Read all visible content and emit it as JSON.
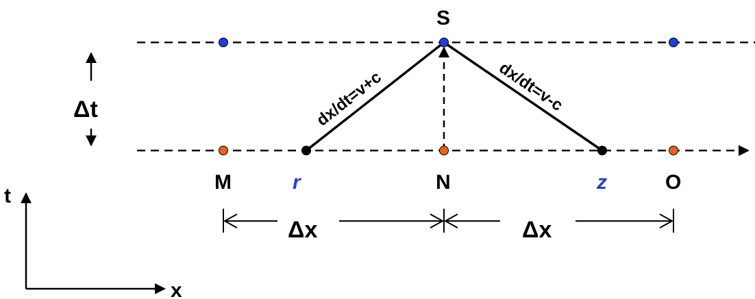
{
  "labels": {
    "S": "S",
    "M": "M",
    "r": "r",
    "N": "N",
    "z": "z",
    "O": "O",
    "dt": "Δt",
    "dx_left": "Δx",
    "dx_right": "Δx",
    "char_plus": "dx/dt=v+c",
    "char_minus": "dx/dt=v-c",
    "axis_t": "t",
    "axis_x": "x"
  },
  "colors": {
    "line": "#000000",
    "node_blue": "#1f3fd6",
    "node_orange": "#e8641b",
    "text_blue": "#1f3fd6"
  }
}
